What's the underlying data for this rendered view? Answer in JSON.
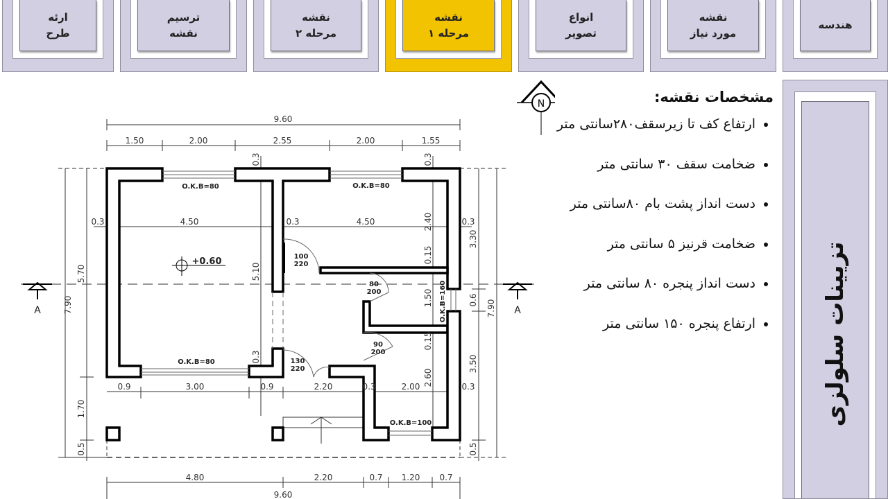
{
  "nav": {
    "tabs": [
      {
        "line1": "هندسه",
        "line2": ""
      },
      {
        "line1": "نقشه",
        "line2": "مورد نیاز"
      },
      {
        "line1": "انواع",
        "line2": "تصویر"
      },
      {
        "line1": "نقشه",
        "line2": "مرحله ۱"
      },
      {
        "line1": "نقشه",
        "line2": "مرحله ۲"
      },
      {
        "line1": "ترسیم",
        "line2": "نقشه"
      },
      {
        "line1": "ارئه",
        "line2": "طرح"
      }
    ],
    "active_index": 3,
    "active_color": "#f2c300",
    "tab_color": "#d3cfe3"
  },
  "side_panel": {
    "title": "تزیینات سلولزی"
  },
  "specs": {
    "title": "مشخصات نقشه:",
    "items": [
      "ارتفاع کف تا زیرسقف۲۸۰سانتی متر",
      "ضخامت سقف ۳۰ سانتی متر",
      "دست انداز پشت بام ۸۰سانتی متر",
      "ضخامت قرنیز ۵ سانتی متر",
      "دست انداز پنجره ۸۰ سانتی متر",
      "ارتفاع پنجره ۱۵۰ سانتی متر"
    ]
  },
  "plan": {
    "north_label": "N",
    "section_label": "A",
    "elevation": "+0.60",
    "top_total": "9.60",
    "top_dims": [
      "1.50",
      "2.00",
      "2.55",
      "2.00",
      "1.55"
    ],
    "mid_dims": [
      "0.3",
      "4.50",
      "0.3",
      "4.50",
      "0.3"
    ],
    "low_dims": [
      "0.9",
      "3.00",
      "0.9",
      "2.20",
      "0.3",
      "2.00",
      "0.3"
    ],
    "bottom_dims": [
      "4.80",
      "2.20",
      "0.7",
      "1.20",
      "0.7"
    ],
    "bottom_total": "9.60",
    "left_dims": {
      "total": "7.90",
      "a": "5.70",
      "b": "1.70",
      "c": "0.5"
    },
    "right_dims": {
      "total": "7.90",
      "a": "3.30",
      "b": "0.6",
      "c": "3.50",
      "d": "0.5"
    },
    "inner_v_dims": [
      "0.3",
      "5.10",
      "0.3",
      "0.3",
      "2.40",
      "0.15",
      "1.50",
      "0.15",
      "2.60"
    ],
    "windows": [
      "O.K.B=80",
      "O.K.B=80",
      "O.K.B=80",
      "O.K.B=100",
      "O.K.B=160"
    ],
    "doors": [
      {
        "w": "100",
        "h": "220"
      },
      {
        "w": "80",
        "h": "200"
      },
      {
        "w": "130",
        "h": "220"
      },
      {
        "w": "90",
        "h": "200"
      }
    ]
  }
}
